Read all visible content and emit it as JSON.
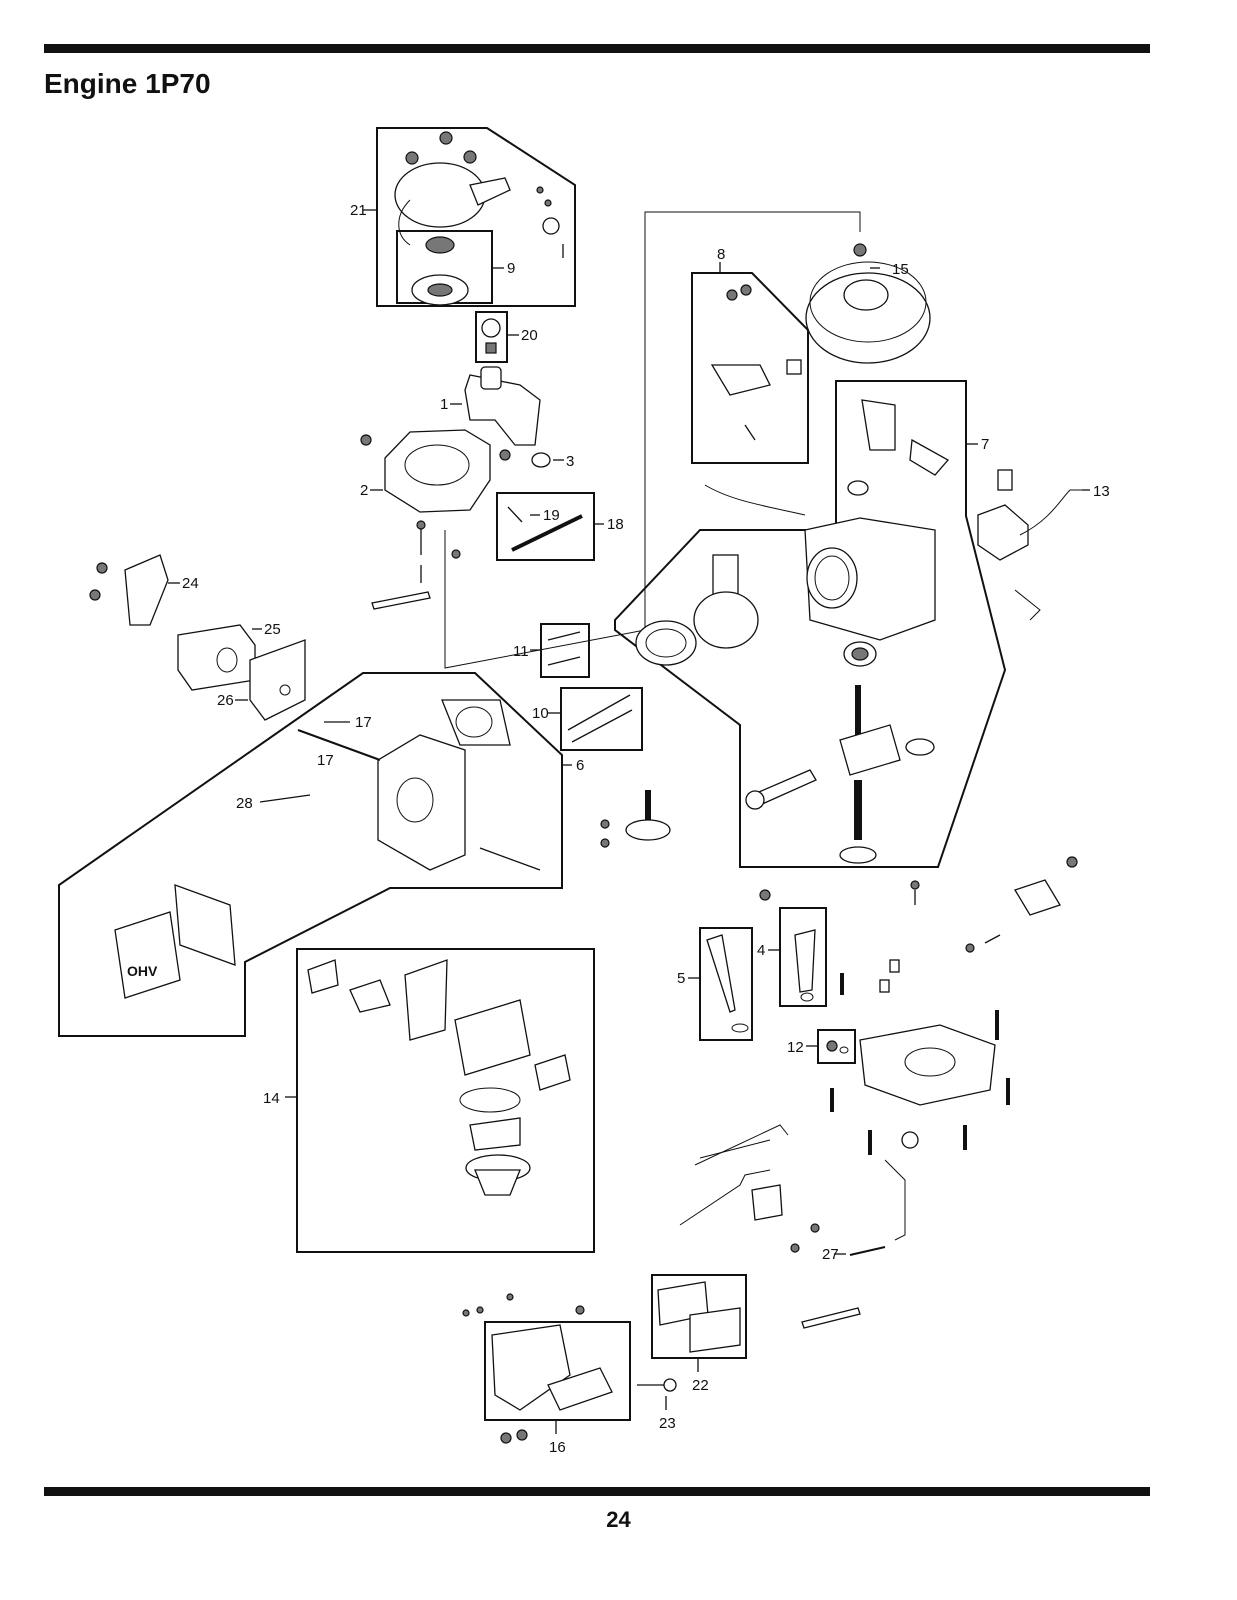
{
  "page": {
    "title": "Engine 1P70",
    "page_number": "24"
  },
  "callouts": {
    "c1": "1",
    "c2": "2",
    "c3": "3",
    "c4": "4",
    "c5": "5",
    "c6": "6",
    "c7": "7",
    "c8": "8",
    "c9": "9",
    "c10": "10",
    "c11": "11",
    "c12": "12",
    "c13": "13",
    "c14": "14",
    "c15": "15",
    "c16": "16",
    "c17a": "17",
    "c17b": "17",
    "c18": "18",
    "c19": "19",
    "c20": "20",
    "c21": "21",
    "c22": "22",
    "c23": "23",
    "c24": "24",
    "c25": "25",
    "c26": "26",
    "c27": "27",
    "c28": "28"
  },
  "valve_cover_text": "OHV"
}
